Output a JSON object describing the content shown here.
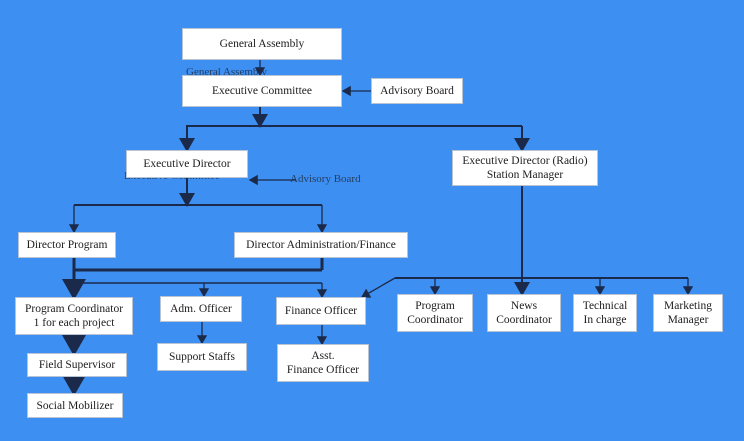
{
  "colors": {
    "background": "#3d8ff2",
    "box": "#ffffff",
    "line": "#1b2a4a"
  },
  "nodes": {
    "general_assembly": "General Assembly",
    "executive_committee": "Executive Committee",
    "advisory_board": "Advisory Board",
    "executive_director": "Executive Director",
    "executive_director_radio": "Executive Director (Radio)\nStation Manager",
    "director_program": "Director Program",
    "director_admin_finance": "Director Administration/Finance",
    "program_coordinator_project": "Program Coordinator\n1 for each project",
    "adm_officer": "Adm. Officer",
    "finance_officer": "Finance Officer",
    "program_coordinator": "Program\nCoordinator",
    "news_coordinator": "News\nCoordinator",
    "technical_incharge": "Technical\nIn charge",
    "marketing_manager": "Marketing\nManager",
    "field_supervisor": "Field Supervisor",
    "support_staffs": "Support Staffs",
    "asst_finance_officer": "Asst.\nFinance Officer",
    "social_mobilizer": "Social Mobilizer"
  },
  "ghost_labels": {
    "general_assembly": "General Assembly",
    "executive_committee": "Executive Committee",
    "advisory_board": "Advisory Board"
  }
}
